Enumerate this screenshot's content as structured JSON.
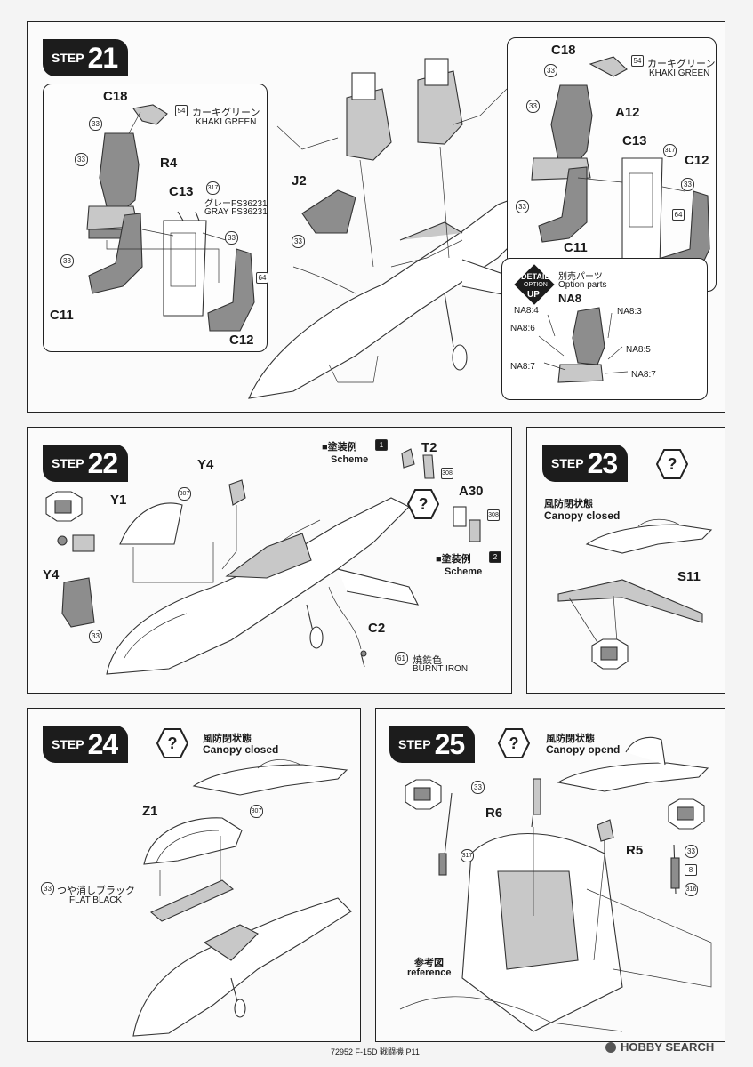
{
  "step21": {
    "step_word": "STEP",
    "step_num": "21",
    "left": {
      "c18": "C18",
      "r4": "R4",
      "c13": "C13",
      "c11": "C11",
      "c12": "C12",
      "paint_green_jp": "カーキグリーン",
      "paint_green_en": "KHAKI GREEN",
      "paint_gray_jp": "グレーFS36231",
      "paint_gray_en": "GRAY FS36231",
      "n54": "54",
      "n33": "33",
      "n317": "317",
      "n64": "64"
    },
    "j2": "J2",
    "right": {
      "c18": "C18",
      "a12": "A12",
      "c13": "C13",
      "c12": "C12",
      "c11": "C11",
      "paint_green_jp": "カーキグリーン",
      "paint_green_en": "KHAKI GREEN",
      "n54": "54",
      "n33": "33",
      "n317": "317",
      "n64": "64"
    },
    "detail": {
      "badge_top": "DETAIL",
      "badge_mid": "OPTION",
      "badge_bottom": "UP",
      "opt_jp": "別売パーツ",
      "opt_en": "Option parts",
      "na8": "NA8",
      "na8_4": "NA8:4",
      "na8_3": "NA8:3",
      "na8_6": "NA8:6",
      "na8_5": "NA8:5",
      "na8_7a": "NA8:7",
      "na8_7b": "NA8:7"
    }
  },
  "step22": {
    "step_word": "STEP",
    "step_num": "22",
    "y4_top": "Y4",
    "y1": "Y1",
    "y4": "Y4",
    "t2": "T2",
    "a30": "A30",
    "c2": "C2",
    "scheme1_jp": "■塗装例",
    "scheme1_num": "1",
    "scheme1_en": "Scheme",
    "scheme2_jp": "■塗装例",
    "scheme2_num": "2",
    "scheme2_en": "Scheme",
    "paint_iron_jp": "焼鉄色",
    "paint_iron_en": "BURNT IRON",
    "n307": "307",
    "n308a": "308",
    "n308b": "308",
    "n33": "33",
    "n61": "61"
  },
  "step23": {
    "step_word": "STEP",
    "step_num": "23",
    "state_jp": "風防閉状態",
    "state_en": "Canopy closed",
    "s11": "S11"
  },
  "step24": {
    "step_word": "STEP",
    "step_num": "24",
    "state_jp": "風防閉状態",
    "state_en": "Canopy closed",
    "z1": "Z1",
    "paint_black_jp": "つや消しブラック",
    "paint_black_en": "FLAT BLACK",
    "n307": "307",
    "n33": "33"
  },
  "step25": {
    "step_word": "STEP",
    "step_num": "25",
    "state_jp": "風防閉状態",
    "state_en": "Canopy opend",
    "r6": "R6",
    "r5": "R5",
    "ref_jp": "参考図",
    "ref_en": "reference",
    "n33a": "33",
    "n317": "317",
    "n33b": "33",
    "n8": "8",
    "n316": "316"
  },
  "footer": {
    "page": "72952 F-15D 戦闘機 P11"
  },
  "watermark": {
    "brand": "HOBBY SEARCH"
  },
  "colors": {
    "badge_bg": "#1c1c1c",
    "line": "#333333",
    "part_fill": "#8d8d8d"
  },
  "icons": [
    "step-badge",
    "reverse-hex-icon",
    "detail-up-icon",
    "plane-outline",
    "hobby-search-logo-icon"
  ]
}
